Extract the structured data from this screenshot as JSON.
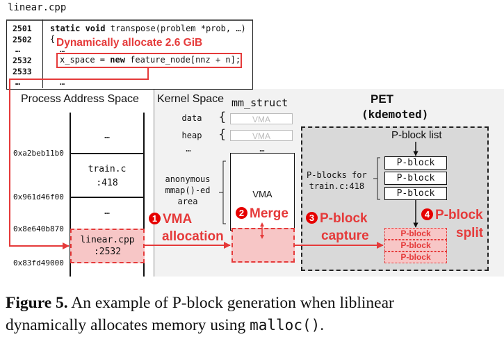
{
  "code": {
    "file_name": "linear.cpp",
    "lines": [
      {
        "no": "2501",
        "text": "static void transpose(problem *prob, …)"
      },
      {
        "no": "2502",
        "text": "{"
      },
      {
        "no": "…",
        "text": "…"
      },
      {
        "no": "2532",
        "text": "x_space = new feature_node[nnz + n];"
      },
      {
        "no": "2533",
        "text": ""
      },
      {
        "no": "…",
        "text": "…"
      }
    ],
    "annotation": "Dynamically allocate 2.6 GiB"
  },
  "process_space": {
    "title": "Process Address Space",
    "blocks": [
      "…",
      "train.c\n:418",
      "…",
      "linear.cpp\n:2532"
    ],
    "train_label_1": "train.c",
    "train_label_2": ":418",
    "linear_label_1": "linear.cpp",
    "linear_label_2": ":2532",
    "ellipsis": "…",
    "addresses": [
      "0xa2beb11b0",
      "0x961d46f00",
      "0x8e640b870",
      "0x83fd49000"
    ]
  },
  "kernel_space": {
    "title": "Kernel Space",
    "mm_struct": "mm_struct",
    "rows": [
      {
        "label": "data",
        "vma": "VMA"
      },
      {
        "label": "heap",
        "vma": "VMA"
      }
    ],
    "ellipsis": "…",
    "anon_label": [
      "anonymous",
      "mmap()-ed",
      "area"
    ],
    "big_vma": "VMA"
  },
  "pet": {
    "title": "PET",
    "subtitle": "(kdemoted)",
    "list_title": "P-block list",
    "group_label": [
      "P-blocks for",
      "train.c:418"
    ],
    "pblocks": [
      "P-block",
      "P-block",
      "P-block"
    ],
    "split_pblocks": [
      "P-block",
      "P-block",
      "P-block"
    ]
  },
  "steps": [
    {
      "num": "1",
      "label": [
        "VMA",
        "allocation"
      ]
    },
    {
      "num": "2",
      "label": [
        "Merge"
      ]
    },
    {
      "num": "3",
      "label": [
        "P-block",
        "capture"
      ]
    },
    {
      "num": "4",
      "label": [
        "P-block",
        "split"
      ]
    }
  ],
  "caption": {
    "figure": "Figure 5.",
    "text1": " An example of P-block generation when liblinear",
    "text2": "dynamically allocates memory using ",
    "code": "malloc()",
    "end": "."
  },
  "colors": {
    "accent_red": "#e53a3a",
    "fill_pink": "#f7c6c6",
    "kernel_bg": "#f2f2f2",
    "pet_bg": "#d9d9d9"
  }
}
